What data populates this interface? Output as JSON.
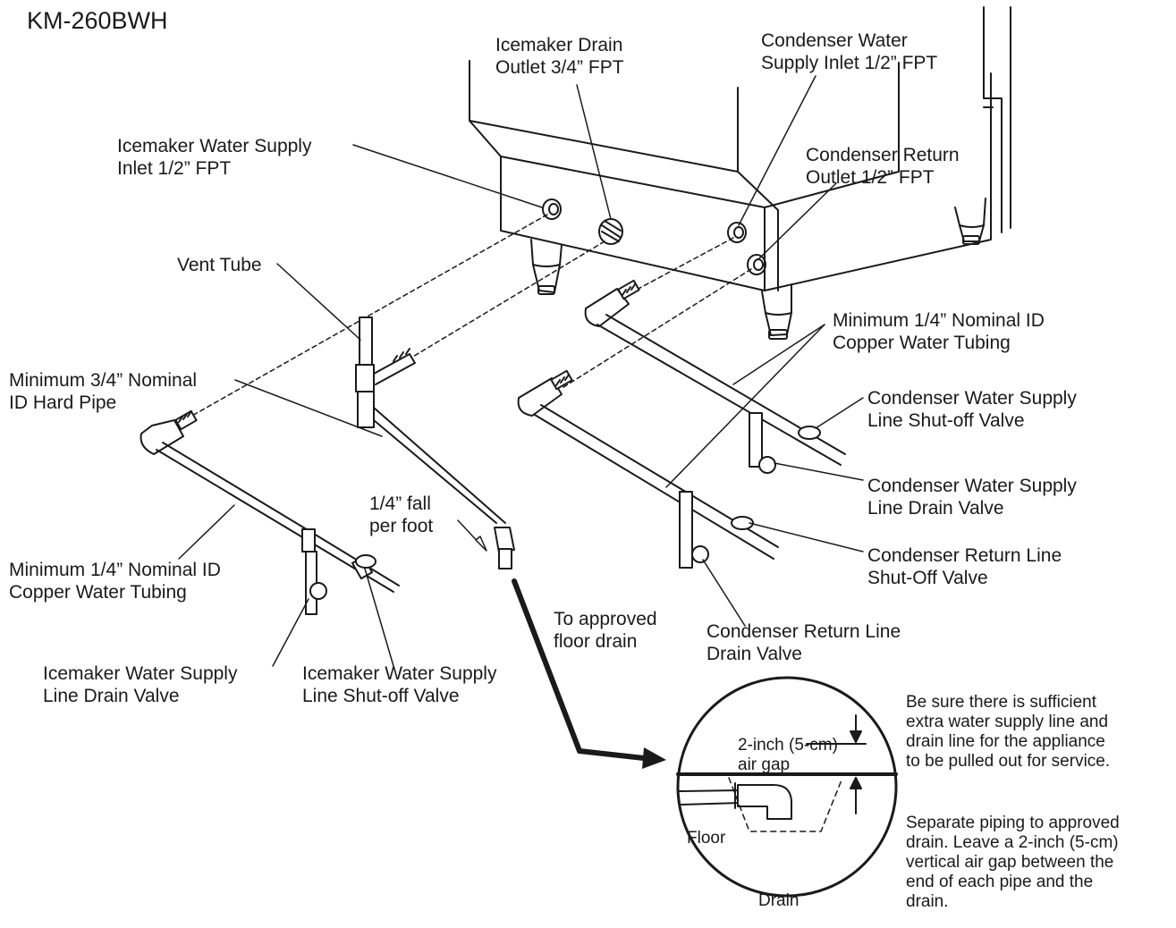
{
  "model_number": "KM-260BWH",
  "callouts": {
    "icemaker_drain_outlet": [
      "Icemaker Drain",
      "Outlet 3/4” FPT"
    ],
    "condenser_water_supply_inlet": [
      "Condenser Water",
      "Supply Inlet 1/2” FPT"
    ],
    "icemaker_water_supply_inlet": [
      "Icemaker Water Supply",
      "Inlet 1/2” FPT"
    ],
    "condenser_return_outlet": [
      "Condenser Return",
      "Outlet 1/2” FPT"
    ],
    "vent_tube": [
      "Vent Tube"
    ],
    "min_3_4_hard_pipe": [
      "Minimum 3/4” Nominal",
      "ID Hard Pipe"
    ],
    "min_1_4_copper_right": [
      "Minimum 1/4” Nominal ID",
      "Copper Water Tubing"
    ],
    "condenser_supply_shutoff": [
      "Condenser Water Supply",
      "Line Shut-off Valve"
    ],
    "fall_per_foot": [
      "1/4” fall",
      "per foot"
    ],
    "condenser_supply_drain": [
      "Condenser Water Supply",
      "Line Drain Valve"
    ],
    "min_1_4_copper_left": [
      "Minimum 1/4” Nominal ID",
      "Copper Water Tubing"
    ],
    "condenser_return_shutoff": [
      "Condenser Return Line",
      "Shut-Off Valve"
    ],
    "to_floor_drain": [
      "To approved",
      "floor drain"
    ],
    "condenser_return_drain": [
      "Condenser Return Line",
      "Drain Valve"
    ],
    "icemaker_supply_drain": [
      "Icemaker Water Supply",
      "Line Drain Valve"
    ],
    "icemaker_supply_shutoff": [
      "Icemaker Water Supply",
      "Line Shut-off Valve"
    ]
  },
  "detail": {
    "air_gap": [
      "2-inch (5-cm)",
      "air gap"
    ],
    "floor": "Floor",
    "drain": "Drain"
  },
  "notes": {
    "sufficient_line": [
      "Be sure there is sufficient",
      "extra water supply line and",
      "drain line for the appliance",
      "to be pulled out for service."
    ],
    "separate_piping": [
      "Separate piping to approved",
      "drain. Leave a 2-inch (5-cm)",
      "vertical air gap between the",
      "end of each pipe and the",
      "drain."
    ]
  }
}
